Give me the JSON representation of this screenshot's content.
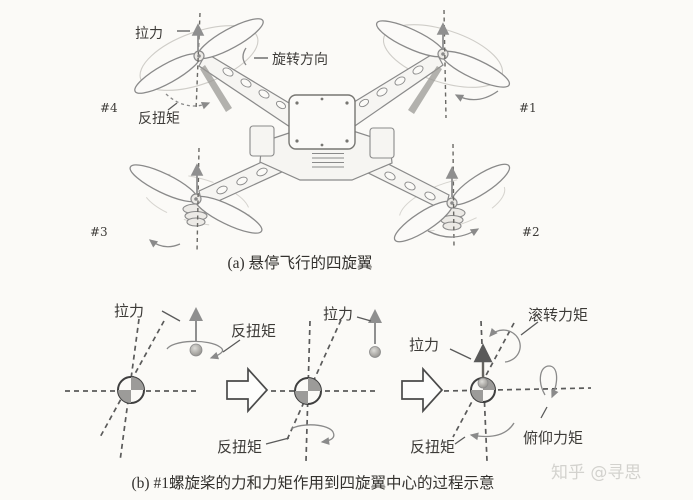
{
  "colors": {
    "paper": "#fbfaf7",
    "ink": "#3d3b38",
    "sketch_line": "#8a8a8a",
    "dashed_axis": "#5a5a5a",
    "halo": "#cfcdc8",
    "cog_shade": "#9c9b99",
    "watermark_color": "#d3d2ce"
  },
  "panel_a": {
    "caption": "(a) 悬停飞行的四旋翼",
    "thrust_label": "拉力",
    "rotation_label": "旋转方向",
    "antitorque_label": "反扭矩",
    "rotor_labels": {
      "r1": "#1",
      "r2": "#2",
      "r3": "#3",
      "r4": "#4"
    }
  },
  "panel_b": {
    "caption": "(b) #1螺旋桨的力和力矩作用到四旋翼中心的过程示意",
    "step1": {
      "thrust": "拉力",
      "antitorque": "反扭矩"
    },
    "step2": {
      "thrust": "拉力",
      "antitorque": "反扭矩"
    },
    "step3": {
      "thrust": "拉力",
      "roll": "滚转力矩",
      "antitorque": "反扭矩",
      "pitch": "俯仰力矩"
    }
  },
  "watermark": {
    "text": "知乎 @寻思"
  }
}
